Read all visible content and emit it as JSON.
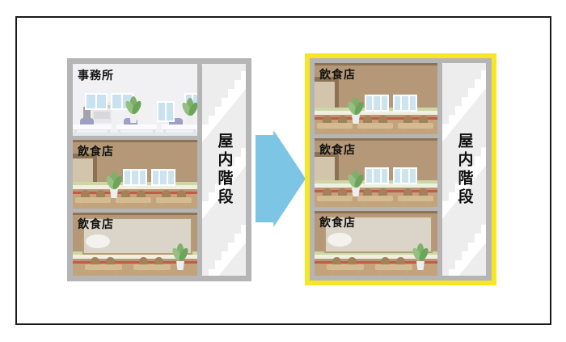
{
  "left_building": {
    "floors": [
      {
        "type": "office",
        "label": "事務所"
      },
      {
        "type": "restaurant",
        "label": "飲食店"
      },
      {
        "type": "restaurant",
        "label": "飲食店"
      }
    ],
    "stair_label": "屋内階段"
  },
  "right_building": {
    "floors": [
      {
        "type": "restaurant",
        "label": "飲食店"
      },
      {
        "type": "restaurant",
        "label": "飲食店"
      },
      {
        "type": "restaurant",
        "label": "飲食店"
      }
    ],
    "stair_label": "屋内階段",
    "highlight_color": "#F7E723"
  },
  "arrow": {
    "direction": "right",
    "color": "#7CC5E5"
  },
  "colors": {
    "frame_border": "#1A1A1A",
    "wall_gray": "#B5B5B5",
    "highlight_yellow": "#F7E723",
    "arrow_blue": "#7CC5E5",
    "office_background": "#F1F1F4",
    "restaurant_wall": "#B59878",
    "restaurant_floor": "#C2A37C",
    "stripe_green": "#CCD8A4",
    "stripe_cream": "#F2EEE0",
    "stripe_red": "#C25C45",
    "window_pane": "#CDE4F0",
    "stair_background": "#EDEDED",
    "stair_steps": "#FFFFFF"
  }
}
